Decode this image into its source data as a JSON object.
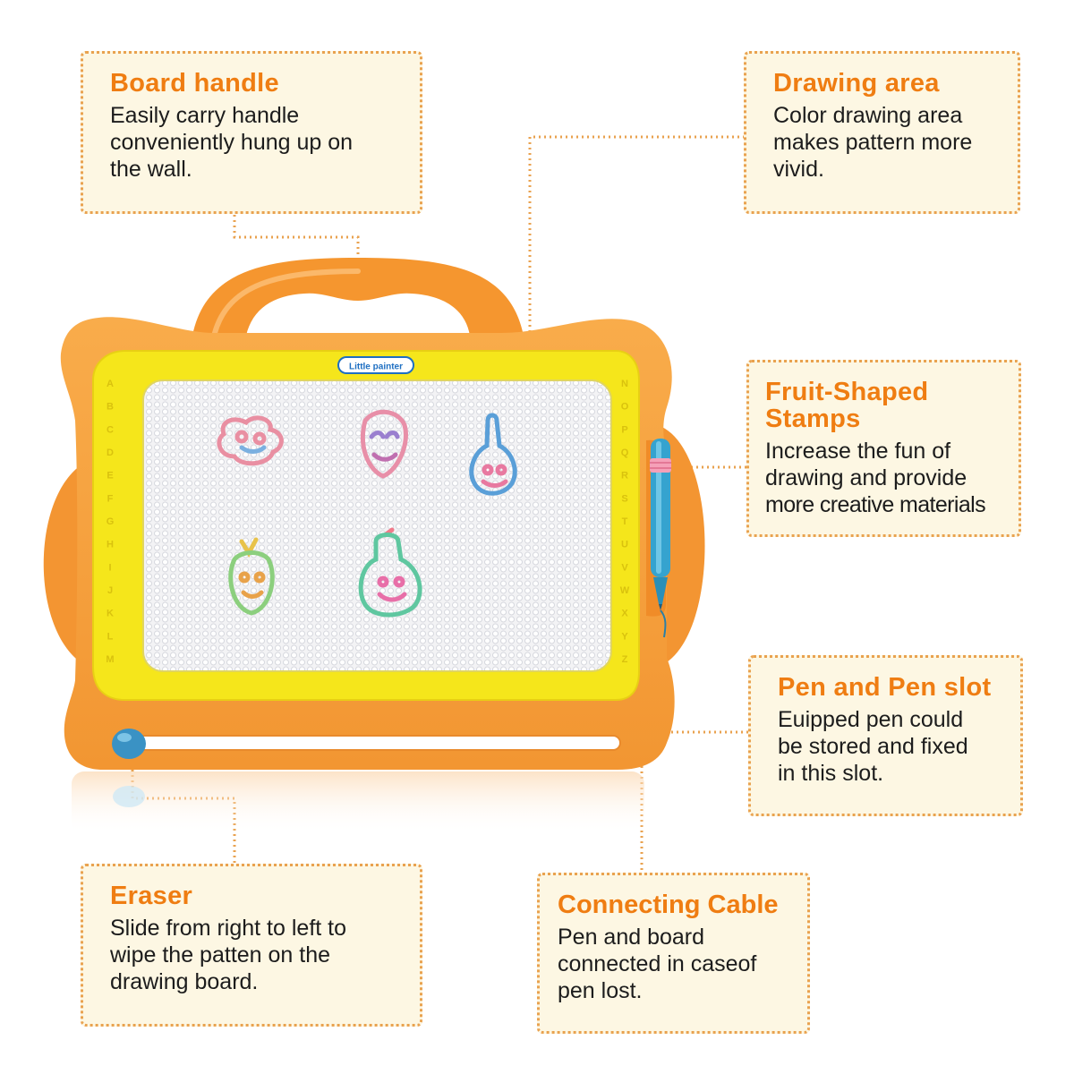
{
  "product": {
    "brand_label": "Little painter",
    "alphabet_left": [
      "A",
      "B",
      "C",
      "D",
      "E",
      "F",
      "G",
      "H",
      "I",
      "J",
      "K",
      "L",
      "M"
    ],
    "alphabet_right": [
      "N",
      "O",
      "P",
      "Q",
      "R",
      "S",
      "T",
      "U",
      "V",
      "W",
      "X",
      "Y",
      "Z"
    ]
  },
  "callouts": {
    "board_handle": {
      "title": "Board handle",
      "lines": [
        "Easily carry handle",
        "conveniently hung up on",
        "the wall."
      ]
    },
    "drawing_area": {
      "title": "Drawing area",
      "lines": [
        "Color drawing area",
        "makes pattern more",
        "vivid."
      ]
    },
    "fruit_stamps": {
      "title_lines": [
        "Fruit-Shaped",
        "Stamps"
      ],
      "lines": [
        "Increase the fun of",
        "drawing and provide",
        "more creative materials"
      ]
    },
    "pen_slot": {
      "title": "Pen and Pen slot",
      "lines": [
        "Euipped pen could",
        "be stored and fixed",
        "in this slot."
      ]
    },
    "eraser": {
      "title": "Eraser",
      "lines": [
        "Slide from right to left to",
        "wipe the patten on the",
        "drawing board."
      ]
    },
    "cable": {
      "title": "Connecting Cable",
      "lines": [
        "Pen and board",
        "connected in caseof",
        "pen lost."
      ]
    }
  },
  "colors": {
    "accent_orange": "#ef7d12",
    "board_orange": "#f7a13c",
    "frame_yellow": "#f5e61b",
    "callout_bg": "#fdf7e3",
    "callout_border": "#e9a24f",
    "pen_blue": "#35a3cf"
  }
}
